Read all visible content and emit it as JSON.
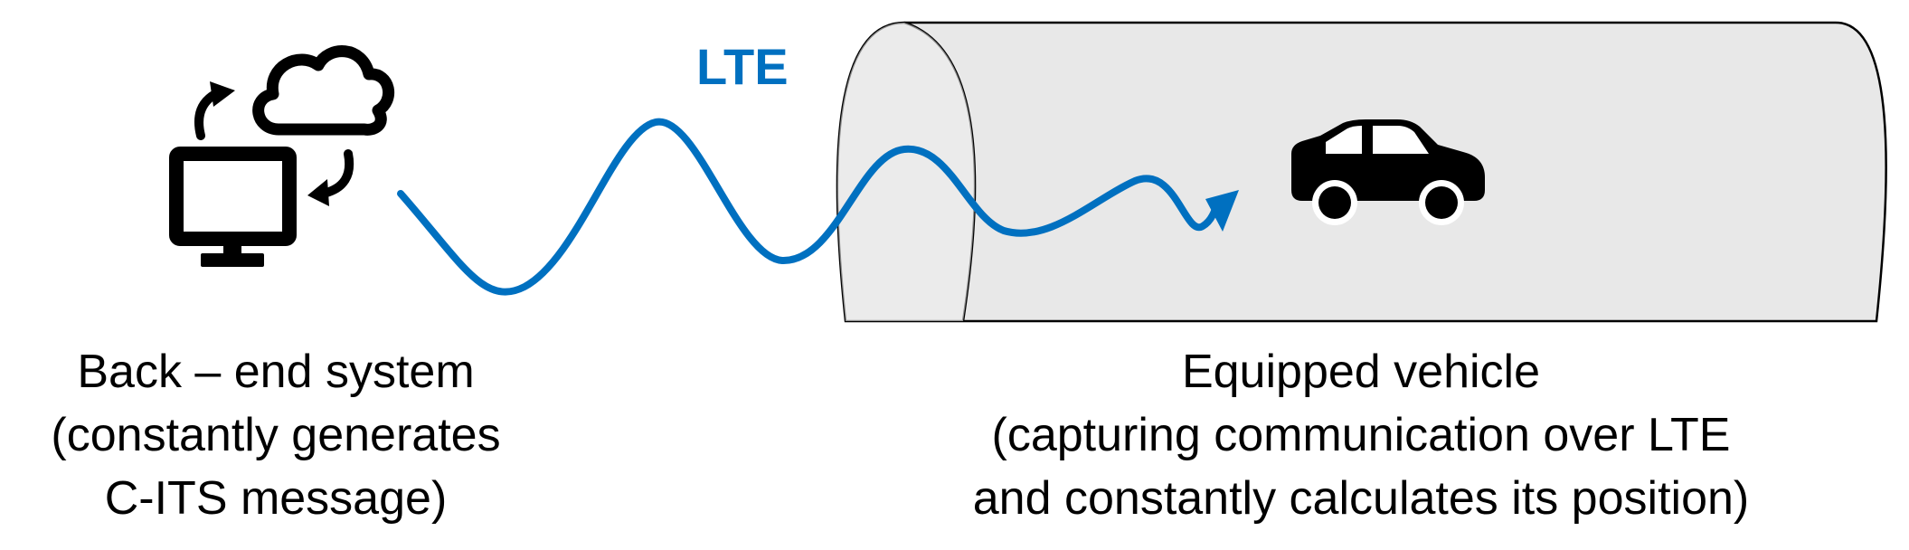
{
  "colors": {
    "signal": "#0070c0",
    "tunnel_fill": "#e8e8e8",
    "tunnel_stroke": "#000000",
    "icon": "#000000"
  },
  "signal": {
    "label": "LTE",
    "type": "wireless-wave-arrow"
  },
  "backend": {
    "icons": [
      "computer-monitor-icon",
      "cloud-icon",
      "sync-arrows-icon"
    ],
    "caption_lines": [
      "Back – end system",
      "(constantly generates",
      "C-ITS message)"
    ]
  },
  "vehicle": {
    "icon": "car-icon",
    "container": "tunnel",
    "caption_lines": [
      "Equipped vehicle",
      "(capturing communication over LTE",
      "and constantly calculates its position)"
    ]
  }
}
